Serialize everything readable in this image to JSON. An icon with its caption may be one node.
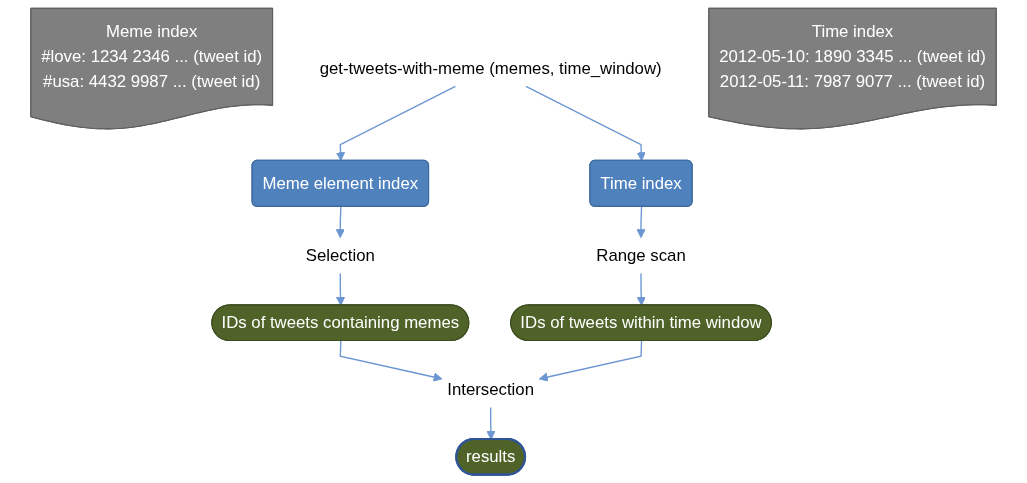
{
  "diagram": {
    "nodes": [
      {
        "text": [
          "Meme index",
          "#love: 1234 2346 ... (tweet id)",
          "#usa: 4432 9987 ... (tweet id)"
        ]
      },
      {
        "text": [
          "get-tweets-with-meme (memes, time_window)"
        ]
      },
      {
        "text": [
          "Meme element index"
        ]
      },
      {
        "text": [
          "Time index"
        ]
      },
      {
        "text": [
          "Selection"
        ]
      },
      {
        "text": [
          "Range scan"
        ]
      },
      {
        "text": [
          "IDs of tweets containing memes"
        ]
      },
      {
        "text": [
          "IDs of tweets within time window"
        ]
      },
      {
        "text": [
          "Intersection"
        ]
      },
      {
        "text": [
          "results"
        ]
      },
      {
        "text": [
          "Time index",
          "2012-05-10: 1890 3345 ... (tweet id)",
          "2012-05-11: 7987 9077 ... (tweet id)"
        ]
      }
    ],
    "edges": [
      {
        "from": 1,
        "to": 2,
        "arrow": "to"
      },
      {
        "from": 1,
        "to": 3,
        "arrow": "to"
      },
      {
        "from": 2,
        "to": 4,
        "arrow": "to"
      },
      {
        "from": 3,
        "to": 5,
        "arrow": "to"
      },
      {
        "from": 4,
        "to": 6,
        "arrow": "to"
      },
      {
        "from": 5,
        "to": 7,
        "arrow": "to"
      },
      {
        "from": 6,
        "to": 8,
        "arrow": "to"
      },
      {
        "from": 7,
        "to": 8,
        "arrow": "to"
      },
      {
        "from": 8,
        "to": 9,
        "arrow": "to"
      }
    ]
  }
}
